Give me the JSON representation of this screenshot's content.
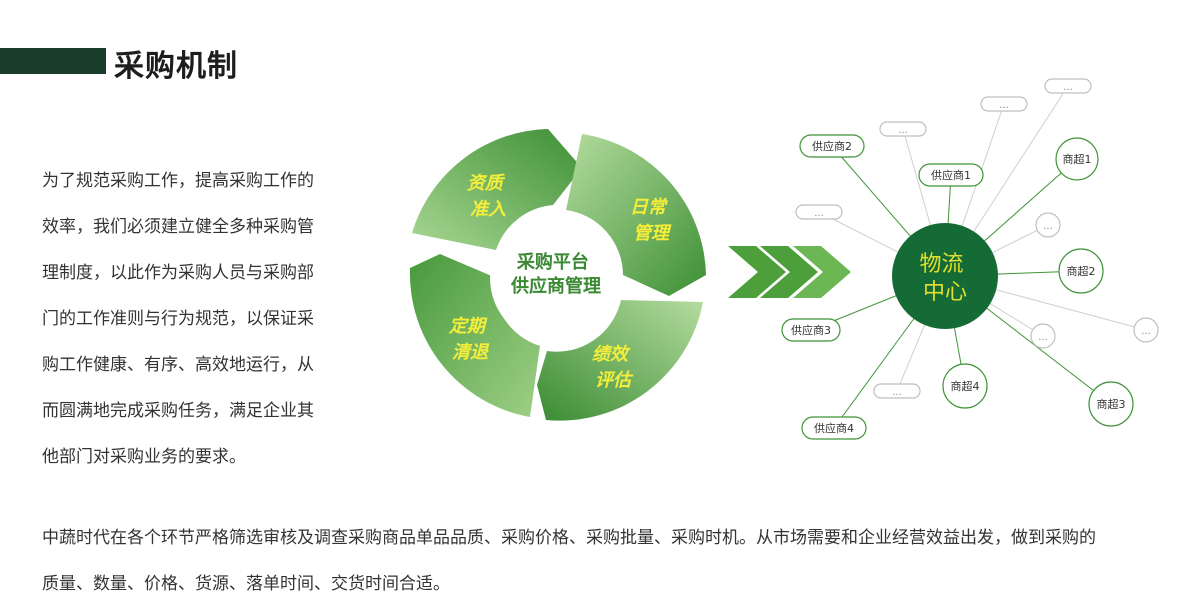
{
  "page": {
    "title": "采购机制",
    "intro_lines": [
      "为了规范采购工作，提高采购工作的",
      "效率，我们必须建立健全多种采购管",
      "理制度，以此作为采购人员与采购部",
      "门的工作准则与行为规范，以保证采",
      "购工作健康、有序、高效地运行，从",
      "而圆满地完成采购任务，满足企业其",
      "他部门对采购业务的要求。"
    ],
    "bottom_lines": [
      "中蔬时代在各个环节严格筛选审核及调查采购商品单品品质、采购价格、采购批量、采购时机。从市场需要和企业经营效益出发，做到采购的",
      "质量、数量、价格、货源、落单时间、交货时间合适。"
    ]
  },
  "cycle": {
    "center_line1": "采购平台",
    "center_line2": "供应商管理",
    "segments": [
      {
        "line1": "资质",
        "line2": "准入"
      },
      {
        "line1": "日常",
        "line2": "管理"
      },
      {
        "line1": "绩效",
        "line2": "评估"
      },
      {
        "line1": "定期",
        "line2": "清退"
      }
    ]
  },
  "network": {
    "hub_line1": "物流",
    "hub_line2": "中心",
    "suppliers": [
      "供应商1",
      "供应商2",
      "供应商3",
      "供应商4"
    ],
    "supermarkets": [
      "商超1",
      "商超2",
      "商超3",
      "商超4"
    ],
    "ellipsis": "..."
  },
  "colors": {
    "dark_green": "#1b3d2c",
    "green": "#3f9437",
    "light_green": "#8fca74",
    "hub": "#156b36",
    "chevron": "#4c9f3a",
    "label_yellow": "#f4ee3a"
  }
}
